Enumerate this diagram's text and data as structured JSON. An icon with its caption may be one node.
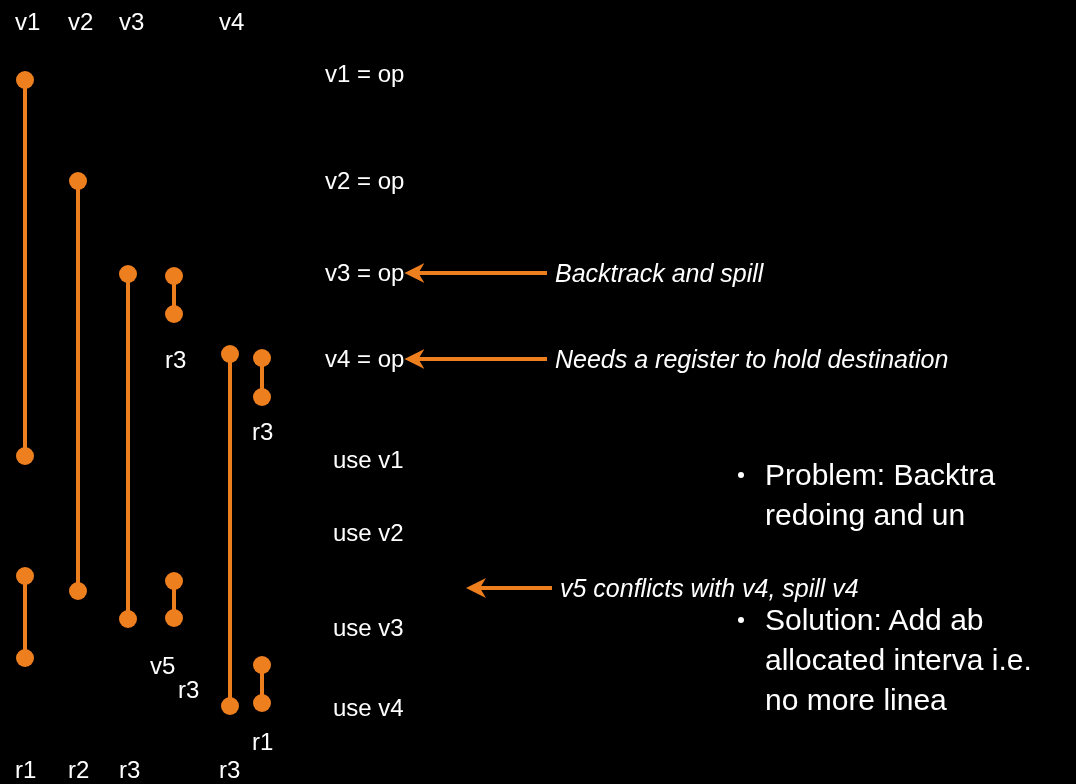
{
  "diagram": {
    "nodes": [
      {
        "text": [
          "v3 = op"
        ]
      },
      {
        "text": [
          "Backtrack and spill"
        ]
      },
      {
        "text": [
          "v4 = op"
        ]
      },
      {
        "text": [
          "Needs a register to hold destination"
        ]
      },
      {
        "text": [
          "v5 conflicts with v4, spill v4"
        ]
      }
    ],
    "edges": [
      {
        "from": 1,
        "to": 0,
        "arrow": "to"
      },
      {
        "from": 3,
        "to": 2,
        "arrow": "to"
      },
      {
        "from": 4,
        "to": null,
        "arrow": "to"
      }
    ],
    "labels": [
      "v1",
      "v2",
      "v3",
      "v4",
      "v1 = op",
      "v2 = op",
      "r3",
      "r3",
      "use v1",
      "Problem: Backtra redoing and un",
      "use v2",
      "Solution: Add ab allocated interva i.e. no more linea",
      "use v3",
      "v5",
      "r3",
      "use v4",
      "r1",
      "r1",
      "r2",
      "r3",
      "r3"
    ]
  }
}
